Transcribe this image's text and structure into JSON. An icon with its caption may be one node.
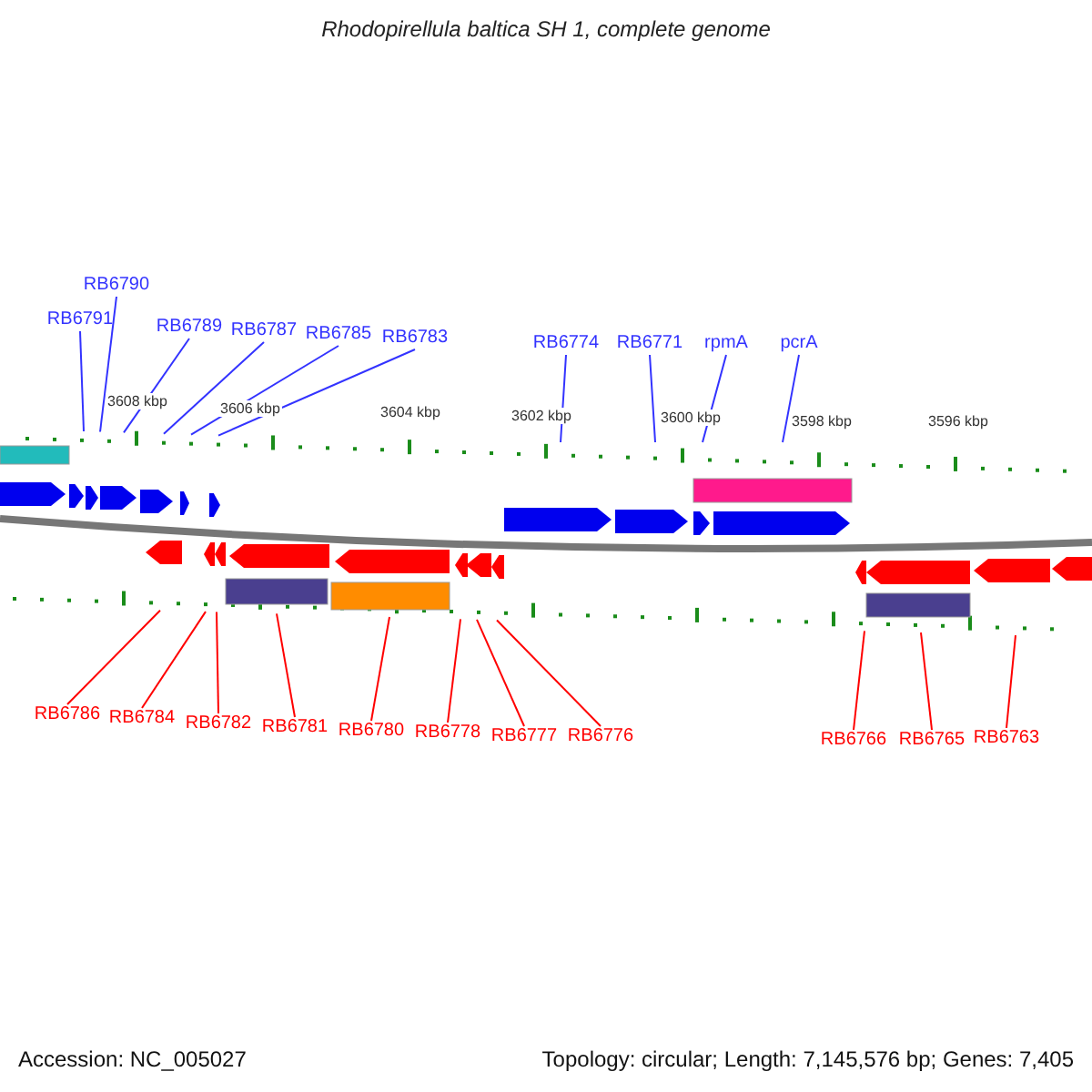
{
  "diagram": {
    "title": "Rhodopirellula baltica SH 1, complete genome",
    "nodes": [
      {
        "text": [
          "RB6791"
        ]
      },
      {
        "text": [
          "RB6790"
        ]
      },
      {
        "text": [
          "RB6789"
        ]
      },
      {
        "text": [
          "RB6787"
        ]
      },
      {
        "text": [
          "RB6785"
        ]
      },
      {
        "text": [
          "RB6783"
        ]
      },
      {
        "text": [
          "RB6774"
        ]
      },
      {
        "text": [
          "RB6771"
        ]
      },
      {
        "text": [
          "rpmA"
        ]
      },
      {
        "text": [
          "pcrA"
        ]
      },
      {
        "text": [
          "RB6786"
        ]
      },
      {
        "text": [
          "RB6784"
        ]
      },
      {
        "text": [
          "RB6782"
        ]
      },
      {
        "text": [
          "RB6781"
        ]
      },
      {
        "text": [
          "RB6780"
        ]
      },
      {
        "text": [
          "RB6778"
        ]
      },
      {
        "text": [
          "RB6777"
        ]
      },
      {
        "text": [
          "RB6776"
        ]
      },
      {
        "text": [
          "RB6766"
        ]
      },
      {
        "text": [
          "RB6765"
        ]
      },
      {
        "text": [
          "RB6763"
        ]
      }
    ],
    "edges": [
      {
        "from": 0,
        "to": null,
        "arrow": "none",
        "color": "#3333ff"
      },
      {
        "from": 1,
        "to": null,
        "arrow": "none",
        "color": "#3333ff"
      },
      {
        "from": 2,
        "to": null,
        "arrow": "none",
        "color": "#3333ff"
      },
      {
        "from": 3,
        "to": null,
        "arrow": "none",
        "color": "#3333ff"
      },
      {
        "from": 4,
        "to": null,
        "arrow": "none",
        "color": "#3333ff"
      },
      {
        "from": 5,
        "to": null,
        "arrow": "none",
        "color": "#3333ff"
      },
      {
        "from": 6,
        "to": null,
        "arrow": "none",
        "color": "#3333ff"
      },
      {
        "from": 7,
        "to": null,
        "arrow": "none",
        "color": "#3333ff"
      },
      {
        "from": 8,
        "to": null,
        "arrow": "none",
        "color": "#3333ff"
      },
      {
        "from": 9,
        "to": null,
        "arrow": "none",
        "color": "#3333ff"
      },
      {
        "from": 10,
        "to": null,
        "arrow": "none"
      },
      {
        "from": 11,
        "to": null,
        "arrow": "none"
      },
      {
        "from": 12,
        "to": null,
        "arrow": "none"
      },
      {
        "from": 13,
        "to": null,
        "arrow": "none"
      },
      {
        "from": 14,
        "to": null,
        "arrow": "none"
      },
      {
        "from": 15,
        "to": null,
        "arrow": "none"
      },
      {
        "from": 16,
        "to": null,
        "arrow": "none"
      },
      {
        "from": 17,
        "to": null,
        "arrow": "none"
      },
      {
        "from": 18,
        "to": null,
        "arrow": "none"
      },
      {
        "from": 19,
        "to": null,
        "arrow": "none"
      },
      {
        "from": 20,
        "to": null,
        "arrow": "none"
      }
    ],
    "labels": [
      "3608 kbp",
      "3606 kbp",
      "3604 kbp",
      "3602 kbp",
      "3600 kbp",
      "3598 kbp",
      "3596 kbp",
      "Accession: NC_005027",
      "Topology: circular; Length: 7,145,576 bp; Genes: 7,405"
    ]
  }
}
